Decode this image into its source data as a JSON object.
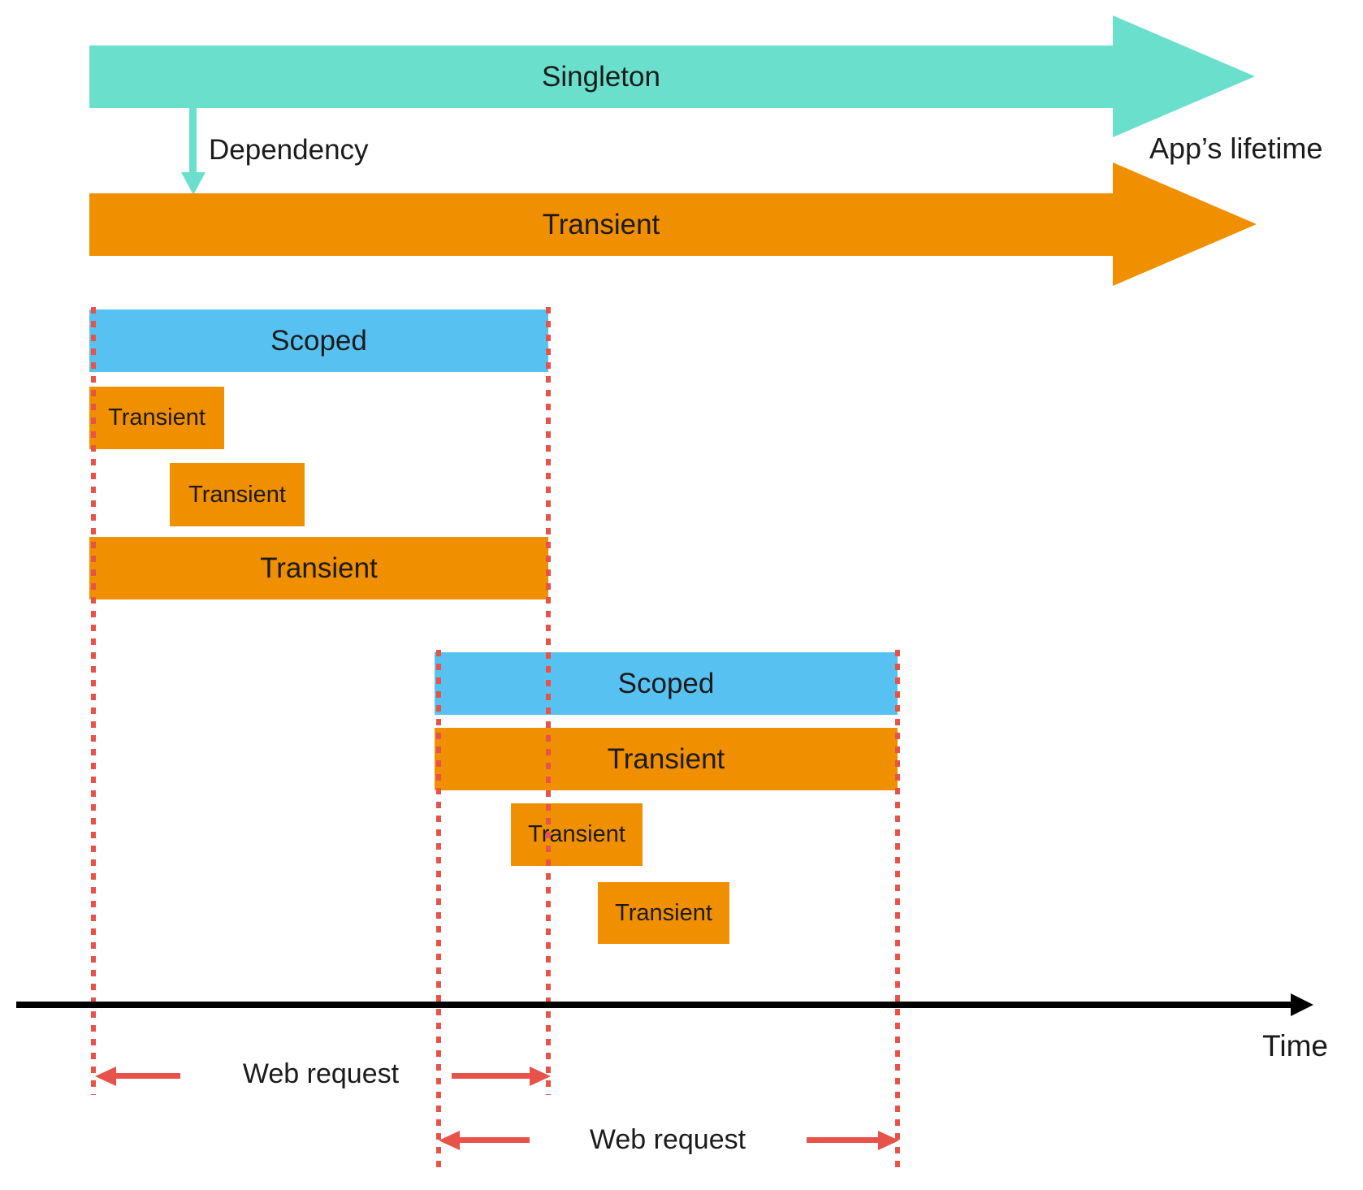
{
  "top": {
    "singleton_label": "Singleton",
    "dependency_label": "Dependency",
    "transient_label": "Transient",
    "app_lifetime_label": "App’s lifetime"
  },
  "request1": {
    "scoped_label": "Scoped",
    "transient_small_1_label": "Transient",
    "transient_small_2_label": "Transient",
    "transient_large_label": "Transient",
    "web_request_label": "Web request"
  },
  "request2": {
    "scoped_label": "Scoped",
    "transient_large_label": "Transient",
    "transient_small_1_label": "Transient",
    "transient_small_2_label": "Transient",
    "web_request_label": "Web request"
  },
  "axis": {
    "time_label": "Time"
  },
  "colors": {
    "singleton_teal": "#6AE0CC",
    "scoped_blue": "#57C2F2",
    "transient_orange": "#F08F00",
    "request_red": "#E85349",
    "axis_black": "#000000"
  }
}
